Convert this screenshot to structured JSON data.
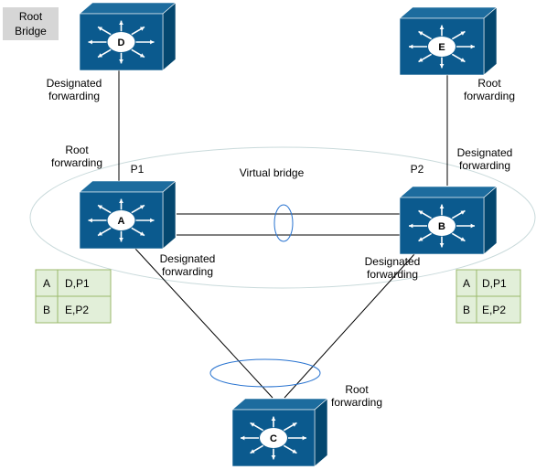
{
  "root_bridge_tag": [
    "Root",
    "Bridge"
  ],
  "switches": {
    "D": {
      "letter": "D"
    },
    "E": {
      "letter": "E"
    },
    "A": {
      "letter": "A"
    },
    "B": {
      "letter": "B"
    },
    "C": {
      "letter": "C"
    }
  },
  "labels": {
    "d_designated": [
      "Designated",
      "forwarding"
    ],
    "a_root": [
      "Root",
      "forwarding"
    ],
    "p1": "P1",
    "virtual_bridge": "Virtual bridge",
    "p2": "P2",
    "e_root": [
      "Root",
      "forwarding"
    ],
    "b_designated_top": [
      "Designated",
      "forwarding"
    ],
    "a_designated": [
      "Designated",
      "forwarding"
    ],
    "b_designated_bottom": [
      "Designated",
      "forwarding"
    ],
    "c_root": [
      "Root",
      "forwarding"
    ]
  },
  "tables": {
    "left": [
      [
        "A",
        "D,P1"
      ],
      [
        "B",
        "E,P2"
      ]
    ],
    "right": [
      [
        "A",
        "D,P1"
      ],
      [
        "B",
        "E,P2"
      ]
    ]
  },
  "colors": {
    "switch_front": "#0b5a8e",
    "switch_top": "#1d6c9e",
    "switch_side": "#04476f",
    "tag_bg": "#d6d6d6",
    "table_fill": "#e2efd9",
    "table_stroke": "#9bba6b",
    "ellipse_blue": "#2873d0",
    "virtual_ellipse": "#c9dadb"
  }
}
